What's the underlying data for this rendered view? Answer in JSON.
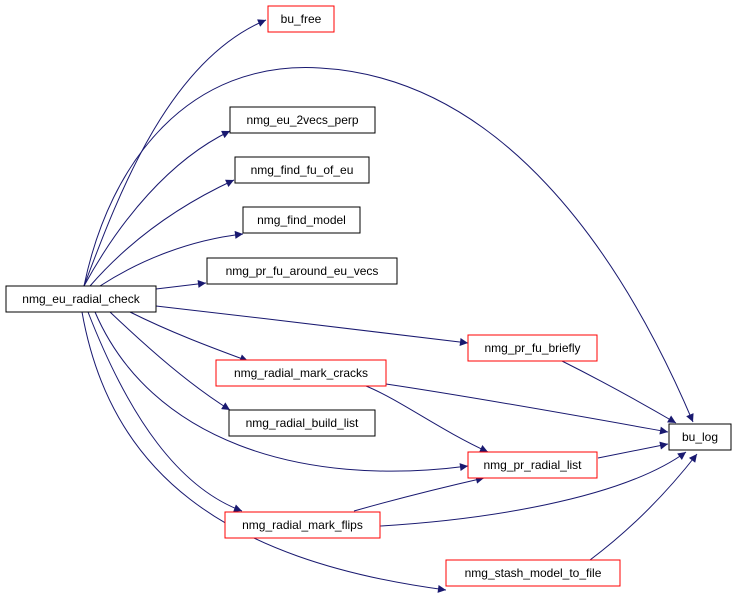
{
  "colors": {
    "edge": "#191970",
    "border_default": "#000000",
    "border_red": "#ff0000",
    "root_fill": "#000000",
    "root_text": "#ffffff"
  },
  "nodes": {
    "root": {
      "label": "nmg_eu_radial_check",
      "border": "black",
      "root": true
    },
    "bu_free": {
      "label": "bu_free",
      "border": "red"
    },
    "nmg_eu_2vecs_perp": {
      "label": "nmg_eu_2vecs_perp",
      "border": "black"
    },
    "nmg_find_fu_of_eu": {
      "label": "nmg_find_fu_of_eu",
      "border": "black"
    },
    "nmg_find_model": {
      "label": "nmg_find_model",
      "border": "black"
    },
    "nmg_pr_fu_around_eu_vecs": {
      "label": "nmg_pr_fu_around_eu_vecs",
      "border": "black"
    },
    "nmg_pr_fu_briefly": {
      "label": "nmg_pr_fu_briefly",
      "border": "red"
    },
    "nmg_radial_mark_cracks": {
      "label": "nmg_radial_mark_cracks",
      "border": "red"
    },
    "nmg_radial_build_list": {
      "label": "nmg_radial_build_list",
      "border": "black"
    },
    "bu_log": {
      "label": "bu_log",
      "border": "black"
    },
    "nmg_pr_radial_list": {
      "label": "nmg_pr_radial_list",
      "border": "red"
    },
    "nmg_radial_mark_flips": {
      "label": "nmg_radial_mark_flips",
      "border": "red"
    },
    "nmg_stash_model_to_file": {
      "label": "nmg_stash_model_to_file",
      "border": "red"
    }
  },
  "edges": [
    {
      "from": "root",
      "to": "bu_free"
    },
    {
      "from": "root",
      "to": "bu_log"
    },
    {
      "from": "root",
      "to": "nmg_eu_2vecs_perp"
    },
    {
      "from": "root",
      "to": "nmg_find_fu_of_eu"
    },
    {
      "from": "root",
      "to": "nmg_find_model"
    },
    {
      "from": "root",
      "to": "nmg_pr_fu_around_eu_vecs"
    },
    {
      "from": "root",
      "to": "nmg_pr_fu_briefly"
    },
    {
      "from": "root",
      "to": "nmg_radial_mark_cracks"
    },
    {
      "from": "root",
      "to": "nmg_radial_build_list"
    },
    {
      "from": "root",
      "to": "nmg_pr_radial_list"
    },
    {
      "from": "root",
      "to": "nmg_radial_mark_flips"
    },
    {
      "from": "root",
      "to": "nmg_stash_model_to_file"
    },
    {
      "from": "nmg_pr_fu_briefly",
      "to": "bu_log"
    },
    {
      "from": "nmg_radial_mark_cracks",
      "to": "bu_log"
    },
    {
      "from": "nmg_radial_mark_cracks",
      "to": "nmg_pr_radial_list"
    },
    {
      "from": "nmg_pr_radial_list",
      "to": "bu_log"
    },
    {
      "from": "nmg_radial_mark_flips",
      "to": "bu_log"
    },
    {
      "from": "nmg_radial_mark_flips",
      "to": "nmg_pr_radial_list"
    },
    {
      "from": "nmg_stash_model_to_file",
      "to": "bu_log"
    }
  ]
}
